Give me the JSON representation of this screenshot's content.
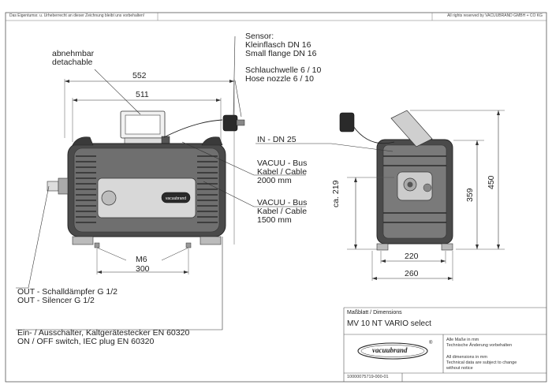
{
  "header": {
    "left_note": "Das Eigentumsr. u. Urheberrecht an dieser Zeichnung bleibt uns vorbehalten!",
    "right_note": "All rights reserved by VACUUBRAND GMBH + CO KG"
  },
  "labels": {
    "sensor_1": "Sensor:",
    "sensor_2": "Kleinflasch DN 16",
    "sensor_3": "Small flange DN 16",
    "hose_1": "Schlauchwelle 6 / 10",
    "hose_2": "Hose nozzle 6 / 10",
    "detach_1": "abnehmbar",
    "detach_2": "detachable",
    "inlet": "IN - DN 25",
    "bus1_1": "VACUU - Bus",
    "bus1_2": "Kabel / Cable",
    "bus1_3": "2000 mm",
    "bus2_1": "VACUU - Bus",
    "bus2_2": "Kabel / Cable",
    "bus2_3": "1500 mm",
    "out_1": "OUT - Schalldämpfer G 1/2",
    "out_2": "OUT - Silencer G 1/2",
    "switch_1": "Ein- / Ausschalter, Kaltgerätestecker EN 60320",
    "switch_2": "ON / OFF switch, IEC plug EN 60320"
  },
  "dimensions": {
    "overall_length": "552",
    "body_length": "511",
    "thread": "M6",
    "foot_spacing": "300",
    "feet_inner": "220",
    "base_width": "260",
    "inlet_height": "ca. 219",
    "body_height": "359",
    "total_height": "450"
  },
  "title_block": {
    "sheet_title": "Maßblatt / Dimensions",
    "model": "MV 10 NT VARIO select",
    "logo_text": "vacuubrand",
    "logo_mark": "®",
    "note_de_1": "Alle Maße in mm",
    "note_de_2": "Technische Änderung vorbehalten",
    "note_en_1": "All dimensions in mm",
    "note_en_2": "Technical data are subject to change",
    "note_en_3": "without notice",
    "drawing_number": "10000075719-000-01"
  },
  "badge_text": "vacuubrand",
  "colors": {
    "line": "#333333",
    "pump_dark": "#2a2a2a",
    "pump_mid": "#6b6b6b",
    "accent": "#c9482e"
  }
}
